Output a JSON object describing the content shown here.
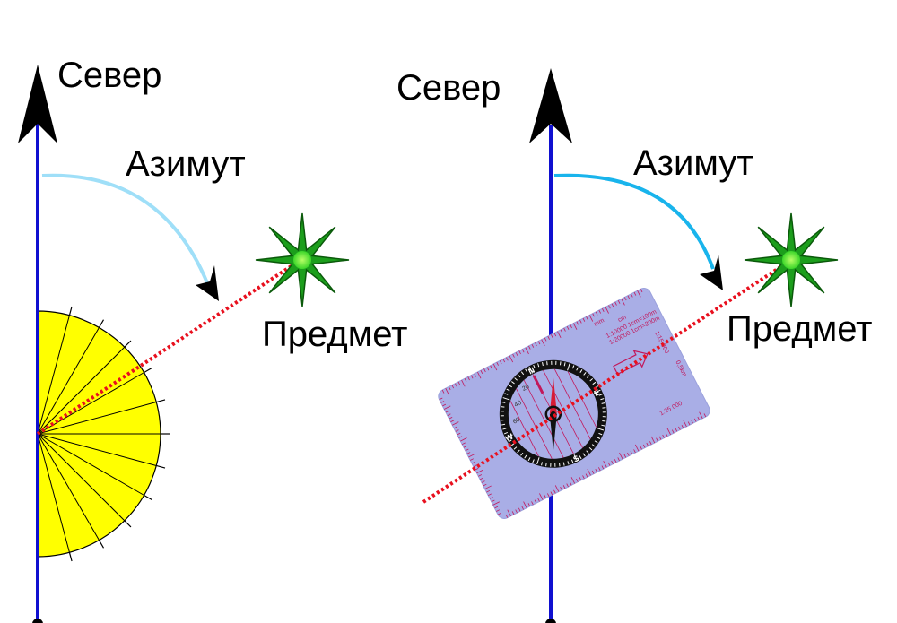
{
  "left_panel": {
    "north_label": "Север",
    "azimuth_label": "Азимут",
    "object_label": "Предмет",
    "protractor_icon": "protractor-icon",
    "star_icon": "star-icon"
  },
  "right_panel": {
    "north_label": "Север",
    "azimuth_label": "Азимут",
    "object_label": "Предмет",
    "compass_icon": "baseplate-compass-icon",
    "star_icon": "star-icon",
    "compass_text": {
      "scale_1": "1:15 000",
      "scale_2": "1:10000 1cm=100m",
      "scale_3": "1:20000 1cm=200m",
      "scale_4": "0,5km",
      "scale_5": "1:25 000",
      "unit_cm": "cm",
      "scale_mm": "mm",
      "dir_n": "N",
      "dir_e": "E",
      "dir_s": "S",
      "dir_w": "W",
      "deg_20": "20",
      "deg_40": "40",
      "deg_60": "60"
    }
  },
  "colors": {
    "north_line": "#1010d0",
    "azimuth_arc_left": "#9fdff8",
    "azimuth_arc_right": "#19b4ec",
    "sight_line": "#e8101e",
    "protractor": "#ffff00",
    "star_fill": "#1c9e1c",
    "star_center": "#7cff3a",
    "compass_plate": "#a9aee6",
    "compass_ink": "#c2185b"
  }
}
